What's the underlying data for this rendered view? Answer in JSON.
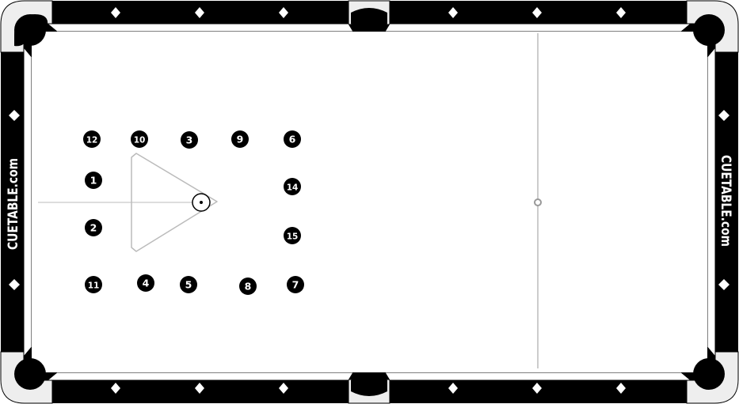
{
  "table": {
    "logo_left": "CUETABLE.com",
    "logo_right": "CUETABLE.com",
    "cue_ball_label": "cue ball"
  },
  "colors": {
    "rail": "#000000",
    "cloth": "#ffffff",
    "pocket_frame": "#eeeeee",
    "ball": "#000000",
    "ball_number": "#ffffff",
    "guide_line": "#bbbbbb"
  },
  "balls": [
    {
      "number": "12"
    },
    {
      "number": "10"
    },
    {
      "number": "3"
    },
    {
      "number": "9"
    },
    {
      "number": "6"
    },
    {
      "number": "1"
    },
    {
      "number": "14"
    },
    {
      "number": "2"
    },
    {
      "number": "15"
    },
    {
      "number": "11"
    },
    {
      "number": "4"
    },
    {
      "number": "5"
    },
    {
      "number": "8"
    },
    {
      "number": "7"
    }
  ]
}
